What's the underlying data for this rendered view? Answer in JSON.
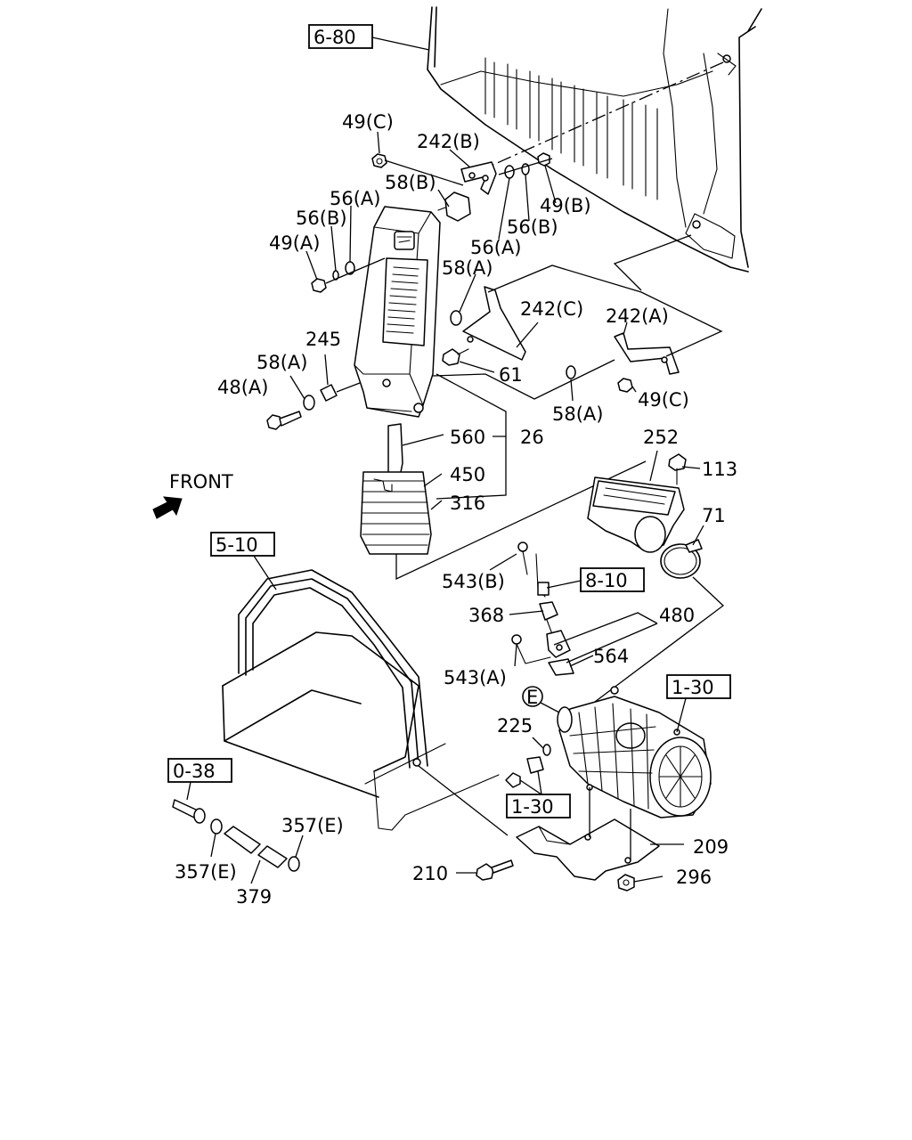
{
  "front_label": "FRONT",
  "refs": {
    "r680": "6-80",
    "r510": "5-10",
    "r810": "8-10",
    "r130a": "1-30",
    "r130b": "1-30",
    "r038": "0-38"
  },
  "callouts": {
    "c49C_top": "49(C)",
    "c242B": "242(B)",
    "c58B": "58(B)",
    "c56A_left": "56(A)",
    "c56B_left": "56(B)",
    "c49A": "49(A)",
    "c49B": "49(B)",
    "c56B_right": "56(B)",
    "c56A_right": "56(A)",
    "c58A_mid": "58(A)",
    "c242C": "242(C)",
    "c242A": "242(A)",
    "c245": "245",
    "c58A_left": "58(A)",
    "c48A": "48(A)",
    "c61": "61",
    "c58A_low": "58(A)",
    "c49C_low": "49(C)",
    "c560": "560",
    "c26": "26",
    "c450": "450",
    "c316": "316",
    "c252": "252",
    "c113": "113",
    "c71": "71",
    "c543B": "543(B)",
    "c368": "368",
    "c480": "480",
    "c564": "564",
    "c543A": "543(A)",
    "cE": "E",
    "c225": "225",
    "c209": "209",
    "c210": "210",
    "c296": "296",
    "c357E_right": "357(E)",
    "c357E_left": "357(E)",
    "c379": "379"
  }
}
